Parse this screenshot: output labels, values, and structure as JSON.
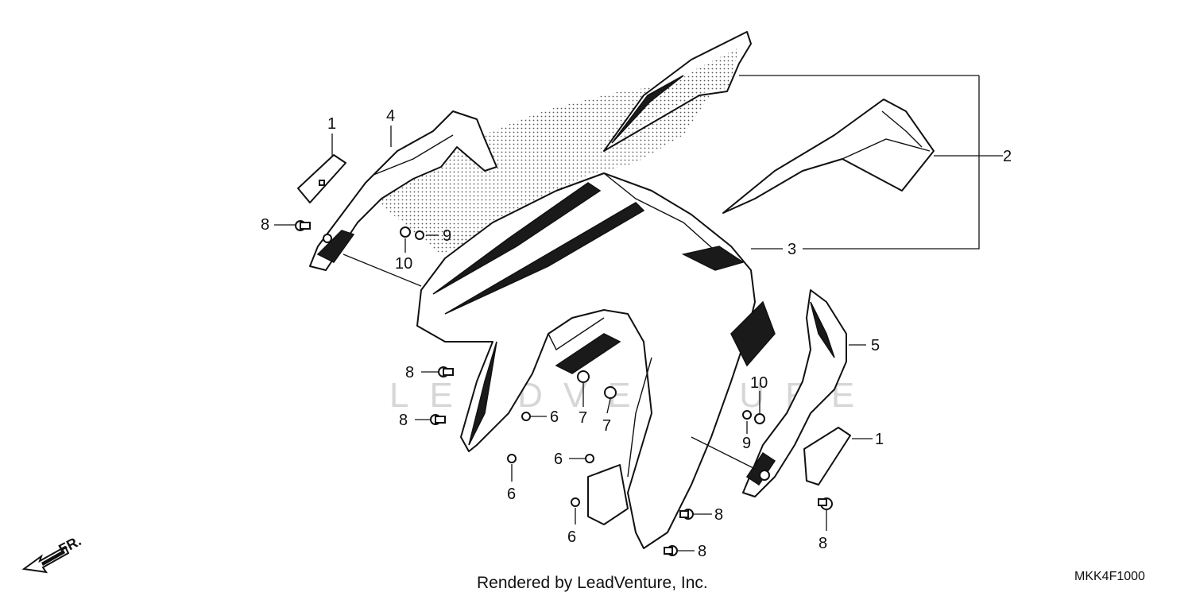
{
  "footer": {
    "credit": "Rendered by LeadVenture, Inc.",
    "diagram_code": "MKK4F1000"
  },
  "watermark": "LEADVENTURE",
  "direction_marker": "FR.",
  "callouts": {
    "c1a": "1",
    "c1b": "1",
    "c2": "2",
    "c3": "3",
    "c4": "4",
    "c5": "5",
    "c6a": "6",
    "c6b": "6",
    "c6c": "6",
    "c6d": "6",
    "c7a": "7",
    "c7b": "7",
    "c8a": "8",
    "c8b": "8",
    "c8c": "8",
    "c8d": "8",
    "c8e": "8",
    "c8f": "8",
    "c9a": "9",
    "c9b": "9",
    "c10a": "10",
    "c10b": "10"
  }
}
